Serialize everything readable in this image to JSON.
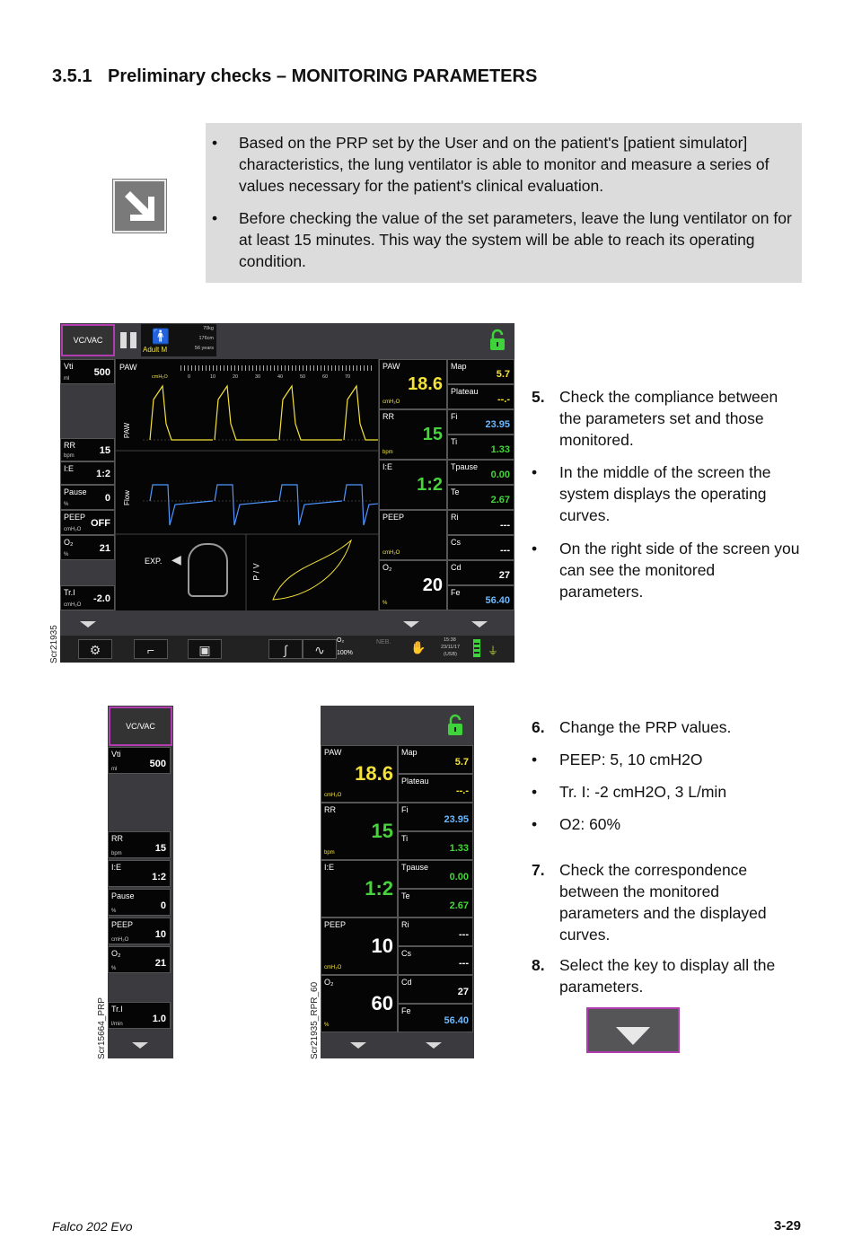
{
  "section": {
    "number": "3.5.1",
    "title": "Preliminary checks – MONITORING PARAMETERS"
  },
  "note": {
    "icon": "arrow-down-right-icon",
    "bullets": [
      "Based on the PRP set by the User and on the patient's [patient simulator] characteristics, the lung ventilator is able to monitor and measure a series of values necessary for the patient's clinical evaluation.",
      "Before checking the value of the set parameters, leave the lung ventilator on for at least 15 minutes. This way the system will be able to reach its operating condition."
    ]
  },
  "steps_top": {
    "step5_num": "5.",
    "step5": "Check the compliance between the parameters set and those monitored.",
    "b1": "In the middle of the screen the system displays the operating curves.",
    "b2": "On the right side of the screen you can see the monitored parameters."
  },
  "steps_bottom": {
    "step6_num": "6.",
    "step6": "Change the PRP values.",
    "b1": "PEEP: 5, 10 cmH2O",
    "b2": "Tr. I: -2 cmH2O, 3 L/min",
    "b3": "O2: 60%",
    "step7_num": "7.",
    "step7": "Check the correspondence between the monitored parameters and the displayed curves.",
    "step8_num": "8.",
    "step8": "Select the key to display all the parameters."
  },
  "screen_main": {
    "caption": "Scr21935",
    "mode": "VC/VAC",
    "patient": "Adult M",
    "patient_info": [
      "70kg",
      "176cm",
      "56 years"
    ],
    "left": [
      {
        "label": "Vti",
        "unit": "ml",
        "value": "500"
      },
      {
        "label": "RR",
        "unit": "bpm",
        "value": "15"
      },
      {
        "label": "I:E",
        "unit": "",
        "value": "1:2"
      },
      {
        "label": "Pause",
        "unit": "%",
        "value": "0"
      },
      {
        "label": "PEEP",
        "unit": "cmH₂O",
        "value": "OFF"
      },
      {
        "label": "O₂",
        "unit": "%",
        "value": "21"
      },
      {
        "label": "Tr.I",
        "unit": "cmH₂O",
        "value": "-2.0"
      }
    ],
    "center_labels": {
      "paw": "PAW",
      "flow": "Flow",
      "pv": "P / V",
      "exp": "EXP.",
      "scale_unit": "cmH₂O",
      "scale": [
        "0",
        "10",
        "20",
        "30",
        "40",
        "50",
        "60",
        "70"
      ]
    },
    "big": [
      {
        "label": "PAW",
        "unit": "cmH₂O",
        "value": "18.6",
        "color": "#f4e23a"
      },
      {
        "label": "RR",
        "unit": "bpm",
        "value": "15",
        "color": "#47d33b"
      },
      {
        "label": "I:E",
        "unit": "",
        "value": "1:2",
        "color": "#47d33b"
      },
      {
        "label": "PEEP",
        "unit": "cmH₂O",
        "value": "",
        "color": "#ffffff"
      },
      {
        "label": "O₂",
        "unit": "%",
        "value": "20",
        "color": "#ffffff"
      }
    ],
    "right": [
      {
        "label": "Map",
        "value": "5.7",
        "color": "#f4e23a"
      },
      {
        "label": "Plateau",
        "value": "--.-",
        "color": "#f4e23a"
      },
      {
        "label": "Fi",
        "value": "23.95",
        "color": "#6ab8ff"
      },
      {
        "label": "Ti",
        "value": "1.33",
        "color": "#47d33b"
      },
      {
        "label": "Tpause",
        "value": "0.00",
        "color": "#47d33b"
      },
      {
        "label": "Te",
        "value": "2.67",
        "color": "#47d33b"
      },
      {
        "label": "Ri",
        "value": "---",
        "color": "#ffffff"
      },
      {
        "label": "Cs",
        "value": "---",
        "color": "#ffffff"
      },
      {
        "label": "Cd",
        "value": "27",
        "color": "#ffffff"
      },
      {
        "label": "Fe",
        "value": "56.40",
        "color": "#6ab8ff"
      }
    ],
    "status": {
      "o2": "O₂",
      "o2pct": "100%",
      "neb": "NEB.",
      "time": "15:38",
      "date": "23/11/17",
      "usb": "(USB)"
    }
  },
  "screen_left": {
    "caption": "Scr15664_PRP",
    "mode": "VC/VAC",
    "items": [
      {
        "label": "Vti",
        "unit": "ml",
        "value": "500"
      },
      {
        "label": "RR",
        "unit": "bpm",
        "value": "15"
      },
      {
        "label": "I:E",
        "unit": "",
        "value": "1:2"
      },
      {
        "label": "Pause",
        "unit": "%",
        "value": "0"
      },
      {
        "label": "PEEP",
        "unit": "cmH₂O",
        "value": "10"
      },
      {
        "label": "O₂",
        "unit": "%",
        "value": "21"
      },
      {
        "label": "Tr.I",
        "unit": "l/min",
        "value": "1.0"
      }
    ]
  },
  "screen_right": {
    "caption": "Scr21935_RPR_60",
    "big": [
      {
        "label": "PAW",
        "unit": "cmH₂O",
        "value": "18.6",
        "color": "#f4e23a"
      },
      {
        "label": "RR",
        "unit": "bpm",
        "value": "15",
        "color": "#47d33b"
      },
      {
        "label": "I:E",
        "unit": "",
        "value": "1:2",
        "color": "#47d33b"
      },
      {
        "label": "PEEP",
        "unit": "cmH₂O",
        "value": "10",
        "color": "#ffffff"
      },
      {
        "label": "O₂",
        "unit": "%",
        "value": "60",
        "color": "#ffffff"
      }
    ],
    "right": [
      {
        "label": "Map",
        "value": "5.7",
        "color": "#f4e23a"
      },
      {
        "label": "Plateau",
        "value": "--.-",
        "color": "#f4e23a"
      },
      {
        "label": "Fi",
        "value": "23.95",
        "color": "#6ab8ff"
      },
      {
        "label": "Ti",
        "value": "1.33",
        "color": "#47d33b"
      },
      {
        "label": "Tpause",
        "value": "0.00",
        "color": "#47d33b"
      },
      {
        "label": "Te",
        "value": "2.67",
        "color": "#47d33b"
      },
      {
        "label": "Ri",
        "value": "---",
        "color": "#ffffff"
      },
      {
        "label": "Cs",
        "value": "---",
        "color": "#ffffff"
      },
      {
        "label": "Cd",
        "value": "27",
        "color": "#ffffff"
      },
      {
        "label": "Fe",
        "value": "56.40",
        "color": "#6ab8ff"
      }
    ]
  },
  "key_icon": "triangle-down-icon",
  "footer": {
    "product": "Falco 202 Evo",
    "page": "3-29"
  }
}
